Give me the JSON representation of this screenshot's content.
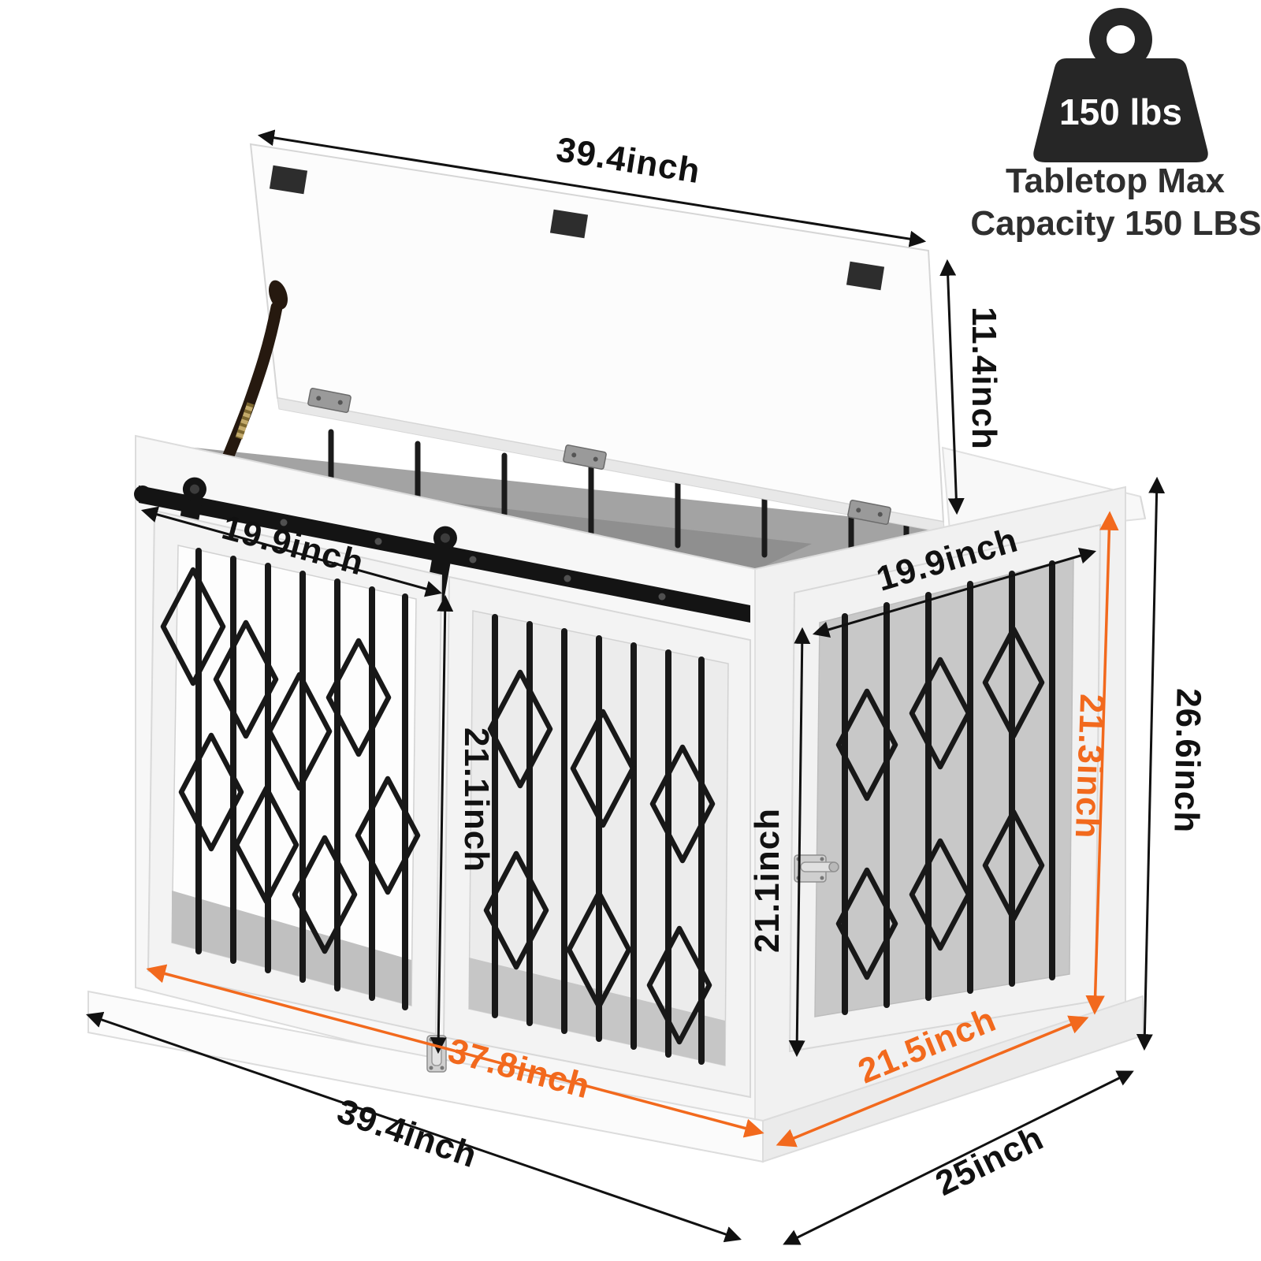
{
  "badge": {
    "weight_label": "150 lbs",
    "caption_line1": "Tabletop Max",
    "caption_line2": "Capacity 150 LBS"
  },
  "dimensions": {
    "lid_width": "39.4inch",
    "lid_lift_height": "11.4inch",
    "left_door_width": "19.9inch",
    "side_top_width": "19.9inch",
    "front_mid_height": "21.1inch",
    "side_front_height": "21.1inch",
    "side_door_height": "21.3inch",
    "overall_height": "26.6inch",
    "front_inner_width": "37.8inch",
    "side_inner_width": "21.5inch",
    "overall_width": "39.4inch",
    "overall_depth": "25inch"
  },
  "colors": {
    "accent_orange": "#F2691D",
    "ink": "#111111"
  }
}
